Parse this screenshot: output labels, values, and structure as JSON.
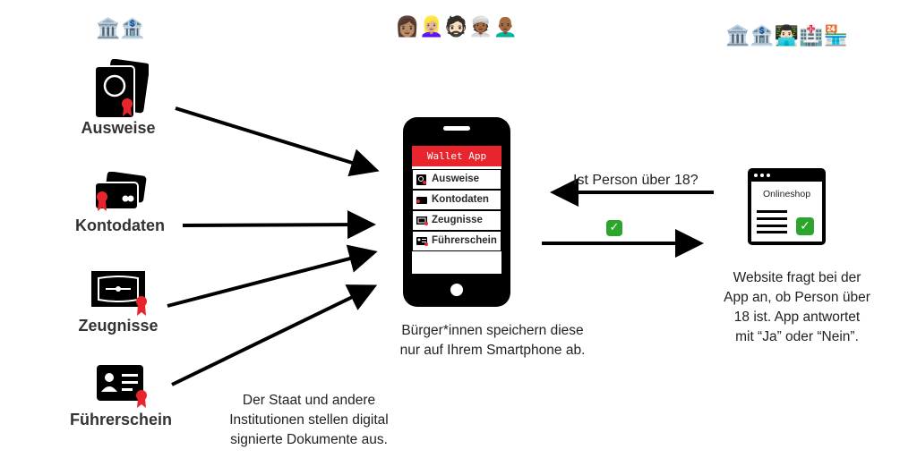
{
  "top_icons": {
    "issuers": "🏛️🏦",
    "citizens": "👩🏽👱🏼‍♀️🧔🏻👳🏾👨🏾‍🦲",
    "verifiers": "🏛️🏦👨🏻‍💻🏥🏪"
  },
  "documents": [
    {
      "label": "Ausweise",
      "icon": "id-card-icon"
    },
    {
      "label": "Kontodaten",
      "icon": "bank-card-icon"
    },
    {
      "label": "Zeugnisse",
      "icon": "certificate-icon"
    },
    {
      "label": "Führerschein",
      "icon": "drivers-license-icon"
    }
  ],
  "phone": {
    "app_title": "Wallet App",
    "items": [
      "Ausweise",
      "Kontodaten",
      "Zeugnisse",
      "Führerschein"
    ]
  },
  "shop": {
    "title": "Onlineshop",
    "question": "Ist Person über 18?",
    "answer_icon": "check-mark-icon",
    "check_color": "#2ba52b"
  },
  "captions": {
    "issuers": [
      "Der Staat und andere",
      "Institutionen stellen digital",
      "signierte Dokumente aus."
    ],
    "phone": [
      "Bürger*innen speichern diese",
      "nur auf Ihrem Smartphone ab."
    ],
    "shop": [
      "Website fragt bei der",
      "App an, ob Person über",
      "18 ist. App antwortet",
      "mit “Ja” oder “Nein”."
    ]
  },
  "accent_color": "#e8252c"
}
